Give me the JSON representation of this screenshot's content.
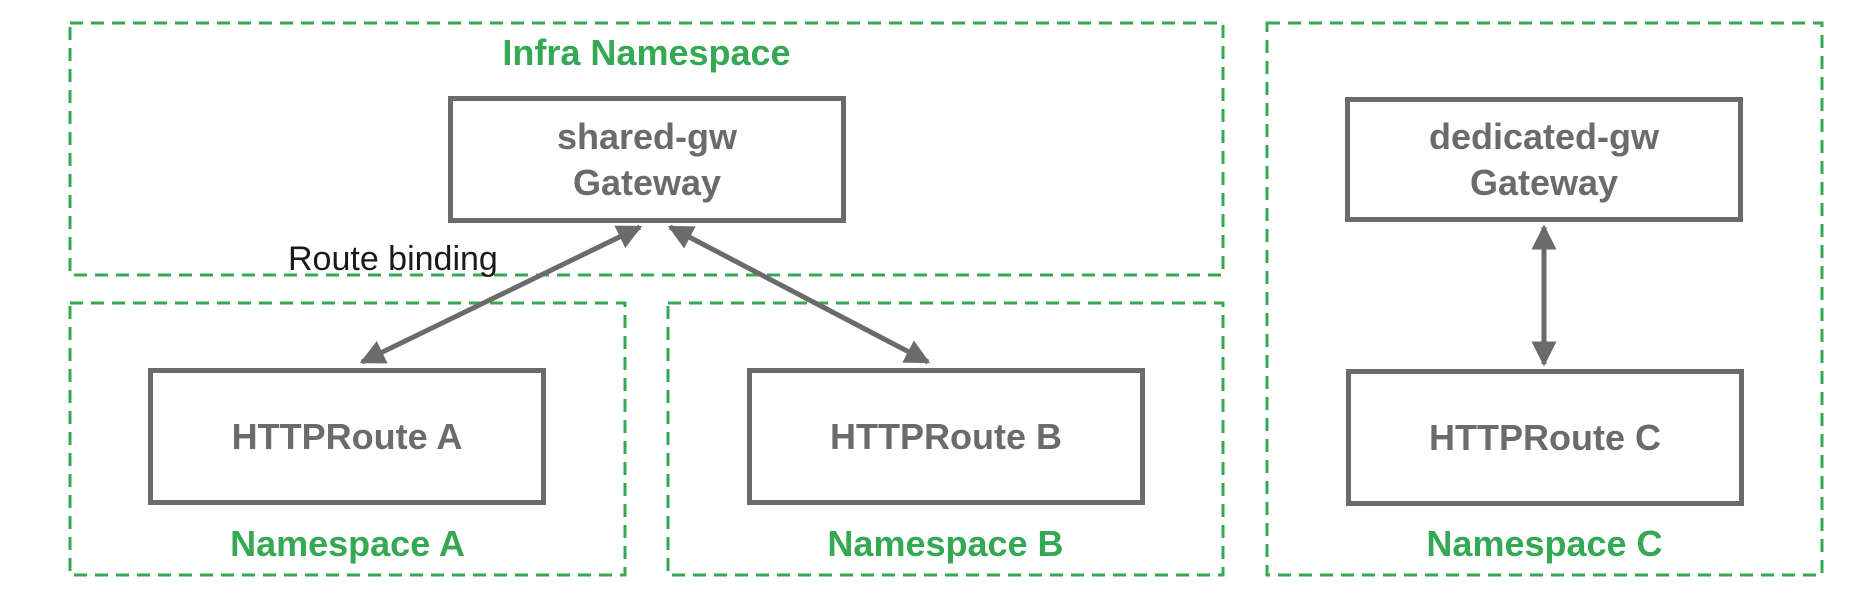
{
  "colors": {
    "green": "#34A853",
    "gray": "#6b6b6b",
    "black": "#1a1a1a"
  },
  "namespaces": {
    "infra": {
      "label": "Infra Namespace"
    },
    "a": {
      "label": "Namespace A"
    },
    "b": {
      "label": "Namespace B"
    },
    "c": {
      "label": "Namespace C"
    }
  },
  "nodes": {
    "shared_gw": {
      "line1": "shared-gw",
      "line2": "Gateway"
    },
    "dedicated_gw": {
      "line1": "dedicated-gw",
      "line2": "Gateway"
    },
    "route_a": {
      "label": "HTTPRoute A"
    },
    "route_b": {
      "label": "HTTPRoute B"
    },
    "route_c": {
      "label": "HTTPRoute C"
    }
  },
  "annotations": {
    "route_binding": "Route binding"
  },
  "edges": [
    {
      "from": "HTTPRoute A",
      "to": "shared-gw Gateway",
      "label": "Route binding",
      "bidirectional": true
    },
    {
      "from": "HTTPRoute B",
      "to": "shared-gw Gateway",
      "label": "Route binding",
      "bidirectional": true
    },
    {
      "from": "HTTPRoute C",
      "to": "dedicated-gw Gateway",
      "label": "Route binding",
      "bidirectional": true
    }
  ]
}
